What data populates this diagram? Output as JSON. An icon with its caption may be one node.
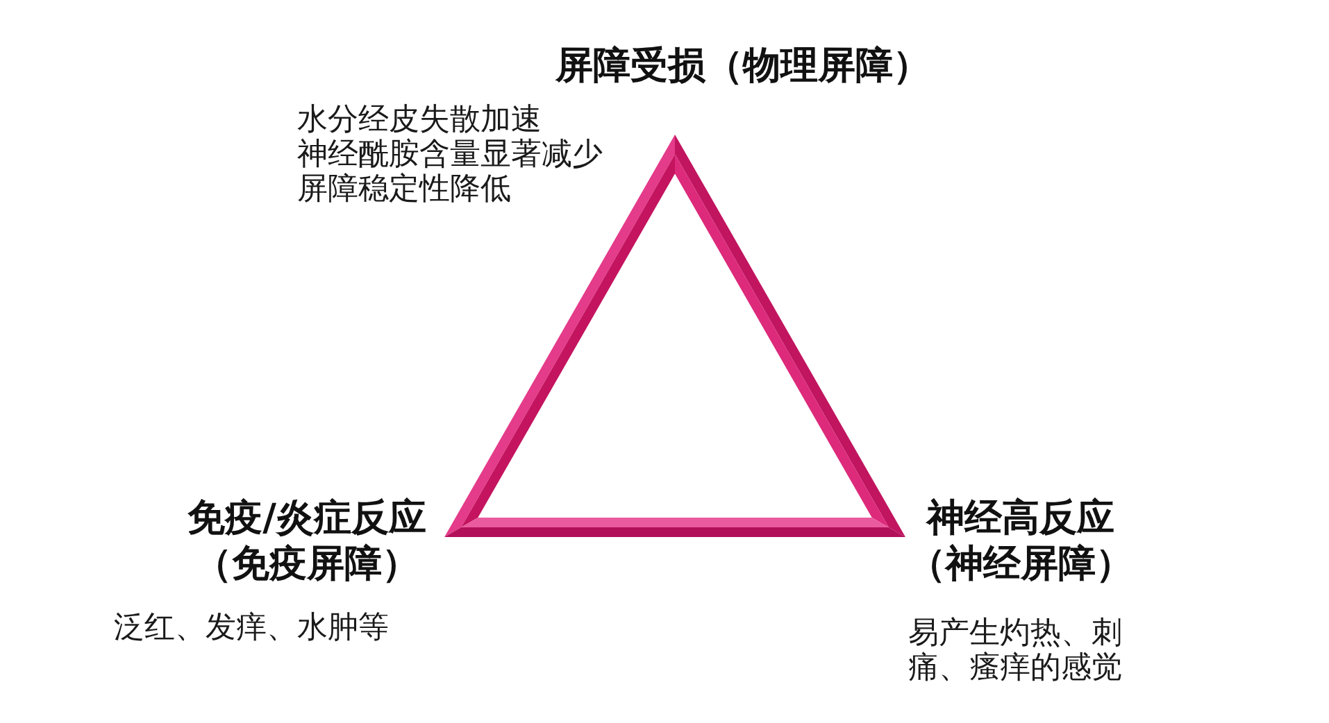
{
  "diagram": {
    "nodes": [
      {
        "text": [],
        "shape": "triangle"
      }
    ],
    "labels": [
      "屏障受损（物理屏障）",
      "水分经皮失散加速",
      "神经酰胺含量显著减少",
      "屏障稳定性降低",
      "免疫/炎症反应（免疫屏障）",
      "神经高反应（神经屏障）",
      "泛红、发痒、水肿等",
      "易产生灼热、刺痛、瘙痒的感觉"
    ]
  }
}
